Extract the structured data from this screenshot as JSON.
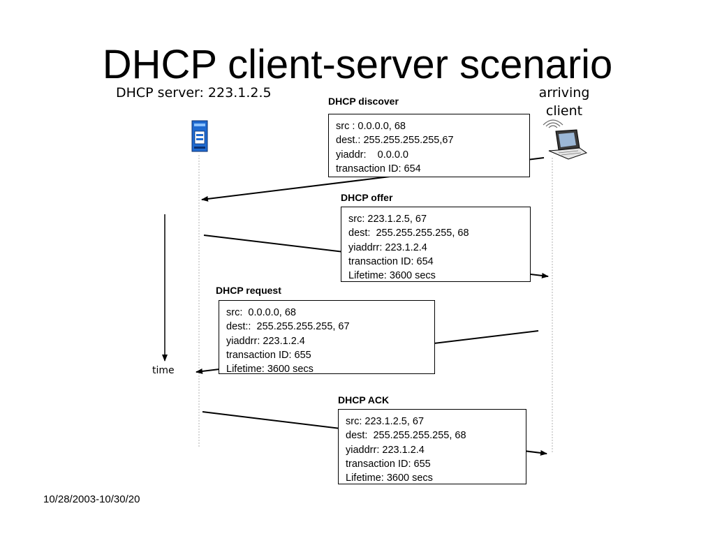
{
  "title": "DHCP client-server scenario",
  "server_label": "DHCP server: 223.1.2.5",
  "client_label": [
    "arriving",
    "client"
  ],
  "time_label": "time",
  "footer": "10/28/2003-10/30/20",
  "icons": {
    "server": "server-icon",
    "client": "laptop-icon"
  },
  "messages": [
    {
      "title": "DHCP discover",
      "lines": [
        "src : 0.0.0.0, 68",
        "dest.: 255.255.255.255,67",
        "yiaddr:    0.0.0.0",
        "transaction ID: 654"
      ]
    },
    {
      "title": "DHCP offer",
      "lines": [
        "src: 223.1.2.5, 67",
        "dest:  255.255.255.255, 68",
        "yiaddrr: 223.1.2.4",
        "transaction ID: 654",
        "Lifetime: 3600 secs"
      ]
    },
    {
      "title": "DHCP request",
      "lines": [
        "src:  0.0.0.0, 68",
        "dest::  255.255.255.255, 67",
        "yiaddrr: 223.1.2.4",
        "transaction ID: 655",
        "Lifetime: 3600 secs"
      ]
    },
    {
      "title": "DHCP ACK",
      "lines": [
        "src: 223.1.2.5, 67",
        "dest:  255.255.255.255, 68",
        "yiaddrr: 223.1.2.4",
        "transaction ID: 655",
        "Lifetime: 3600 secs"
      ]
    }
  ]
}
